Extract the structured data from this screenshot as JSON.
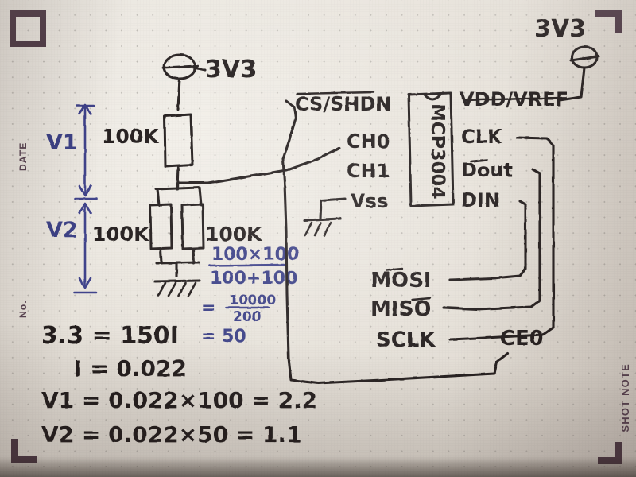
{
  "notebook": {
    "brand": "SHOT NOTE",
    "margin_date_label": "DATE",
    "margin_no_label": "No.",
    "paper": "dotted grid notebook page",
    "ink_color": "#241f1d",
    "pencil_blue": "#3b3f86",
    "fiducial_color": "#4b3642"
  },
  "diagram": {
    "title": "MCP3004 ADC voltage divider wiring sketch",
    "supply_left": "3V3",
    "supply_right": "3V3",
    "resistor_top_label": "100K",
    "resistor_left_label": "100K",
    "resistor_right_label": "100K",
    "v1_label": "V1",
    "v2_label": "V2",
    "chip_label": "MCP3004",
    "pins_left": [
      "CS/SHDN",
      "CH0",
      "CH1",
      "Vss"
    ],
    "pins_right": [
      "VDD/VREF",
      "CLK",
      "Dout",
      "DIN"
    ],
    "host_signals": [
      "MOSI",
      "MISO",
      "SCLK",
      "CE0"
    ]
  },
  "math": {
    "parallel_numerator": "100×100",
    "parallel_denominator": "100+100",
    "parallel_frac2_numerator": "10000",
    "parallel_frac2_denominator": "200",
    "parallel_result": "= 50",
    "eq_ohms_law": "3.3 = 150I",
    "eq_current": "I = 0.022",
    "eq_v1": "V1 = 0.022×100 = 2.2",
    "eq_v2": "V2 = 0.022×50 = 1.1",
    "eq_equals_sign": "="
  }
}
